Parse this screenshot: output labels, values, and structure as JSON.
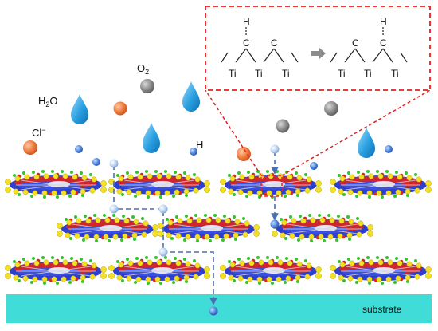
{
  "labels": {
    "h2o": "H",
    "h2o_sub": "2",
    "h2o_end": "O",
    "o2": "O",
    "o2_sub": "2",
    "cl": "Cl",
    "cl_sup": "−",
    "h": "H",
    "substrate": "substrate"
  },
  "inset": {
    "left_h": "H",
    "left_c1": "C",
    "left_c2": "C",
    "left_ti1": "Ti",
    "left_ti2": "Ti",
    "left_ti3": "Ti",
    "right_h": "H",
    "right_c1": "C",
    "right_c2": "C",
    "right_ti1": "Ti",
    "right_ti2": "Ti",
    "right_ti3": "Ti",
    "arrow": "→"
  },
  "colors": {
    "substrate": "#40dcd8",
    "inset_border": "#e52020",
    "path": "#4a6fb0",
    "water": "#2aa0e0",
    "chloride": "#f07a3c",
    "oxygen": "#8a8a8a",
    "hydrogen": "#3f7ad6",
    "layer_yellow": "#f4e022",
    "layer_blue": "#2d3fd1",
    "layer_red": "#e0231c",
    "layer_green": "#33c32b"
  }
}
